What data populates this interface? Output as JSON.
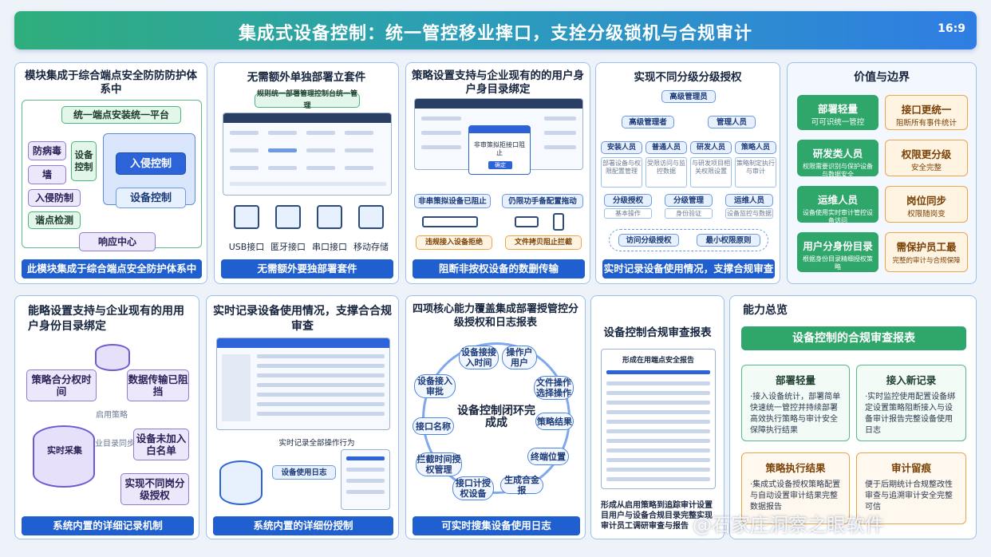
{
  "header": {
    "title": "集成式设备控制：统一管控移业摔口，支拴分级锁机与合规审计",
    "ratio": "16:9"
  },
  "p1": {
    "title": "模块集成于综合端点安全防防防护体系中",
    "platform": "统一端点安装统一平台",
    "b1": "防病毒",
    "b2": "墙",
    "b3": "入侵防制",
    "b4": "谐点检测",
    "b5": "设备控制",
    "b6": "入侵控制",
    "b7": "设备控制",
    "b8": "响应中心",
    "foot": "此模块集成于综合端点安全防护体系中"
  },
  "p2": {
    "title": "无需额外单独部署立套件",
    "banner": "规则统一部署管理控制台统一管理",
    "icons": [
      "USB接口",
      "匿牙接口",
      "串口接口",
      "移动存储"
    ],
    "foot": "无需额外要独部署套件"
  },
  "p3": {
    "title": "策略设置支持与企业现有的的用户身户身目录绑定",
    "dialog": "非审策拟拒接口阻止",
    "dlgbtn": "确定",
    "row1a": "非串策拟设备已阻止",
    "row1b": "仍限功手备配置拖动",
    "tag1": "违规接入设备拒绝",
    "tag2": "文件拷贝阻止拦截",
    "foot": "阻断非按权设备的数删传输"
  },
  "p4": {
    "title": "实现不同分级分级授权",
    "root": "高级管理员",
    "l2a": "高级管理者",
    "l2b": "管理人员",
    "l3": [
      "安装人员",
      "普通人员",
      "研发人员",
      "策略人员"
    ],
    "l3s": [
      "部署设备与权限配置管理",
      "受限访问与监控数据",
      "与研发项目相关权限设置",
      "策略制定执行与审计"
    ],
    "l4": [
      "分级授权",
      "分级管理",
      "运维人员"
    ],
    "l4s": [
      "基本操作",
      "身份验证",
      "设备监控与数据"
    ],
    "l5a": "访问分级授权",
    "l5b": "最小权限原则",
    "foot": "实时记录设备使用情况，支撑合规审查"
  },
  "p5": {
    "title": "价值与边界",
    "left": [
      {
        "h": "部署轻量",
        "s": "可可识统一管控"
      },
      {
        "h": "研发类人员",
        "s": "权限需要识别与保护设备与数据安全"
      },
      {
        "h": "运维人员",
        "s": "设备使用实时审计管控设备访问"
      },
      {
        "h": "用户分身份目录",
        "s": "根据身份目录精细授权策略"
      }
    ],
    "right": [
      {
        "h": "接口更统一",
        "s": "阻断所有事件统计"
      },
      {
        "h": "权限更分级",
        "s": "安全完整"
      },
      {
        "h": "岗位同步",
        "s": "权限随岗变"
      },
      {
        "h": "需保护员工最",
        "s": "完整的审计与合规保障"
      }
    ]
  },
  "p6": {
    "title": "能略设置支持与企业现有的用用户身份目录绑定",
    "a": "策略合分权时间",
    "b": "数据传输已阻挡",
    "c": "设备未加入白名单",
    "d": "实现不同岗分级授权",
    "e": "实时采集",
    "m1": "启用策略",
    "m2": "企业目录同步",
    "foot": "系统内置的详细记录机制"
  },
  "p7": {
    "title": "实时记录设备使用情况，支撑合合规审查",
    "sub": "实时记录全部操作行为",
    "lbl": "设备使用日志",
    "foot": "系统内置的详细份授制"
  },
  "p8": {
    "title": "四项核心能力覆盖集成部署授管控分级授权和日志报表",
    "center": "设备控制闭环完成成",
    "nodes": [
      "设备接接入时间",
      "操作户用户",
      "文件操作选择操作",
      "策略结果",
      "终端位置",
      "生成合金报",
      "接口计授权设备",
      "拦截时间授权管理",
      "接口名称",
      "设备接入审批"
    ],
    "foot": "可实时搜集设备使用日志"
  },
  "p9": {
    "title": "设备控制合规审查报表",
    "doc": "形成在用端点安全报告",
    "bottom": "形成从启用策略到追踪审计设置目用户与设备合规目录完整实现审计员工调研审查与报告"
  },
  "p10": {
    "title": "能力总览",
    "banner": "设备控制的合规审查报表",
    "cards": [
      {
        "h": "部署轻量",
        "s": "·接入设备统计，部署简单快速统一管控并持续部署高效执行策略与审计安全保障执行结果"
      },
      {
        "h": "接入新记录",
        "s": "·实时监控使用配置设备绑定设置策略阻断接入与设备审计报告完整设备使用日志"
      },
      {
        "h": "策略执行结果",
        "s": "·集成式设备授权策略配置与自动设置审计结果完整数据报告"
      },
      {
        "h": "审计留痕",
        "s": "便于后期统计合规整改性审查与追溯审计安全完整可信"
      }
    ]
  },
  "watermark": "@石家庄洞察之眼软件"
}
